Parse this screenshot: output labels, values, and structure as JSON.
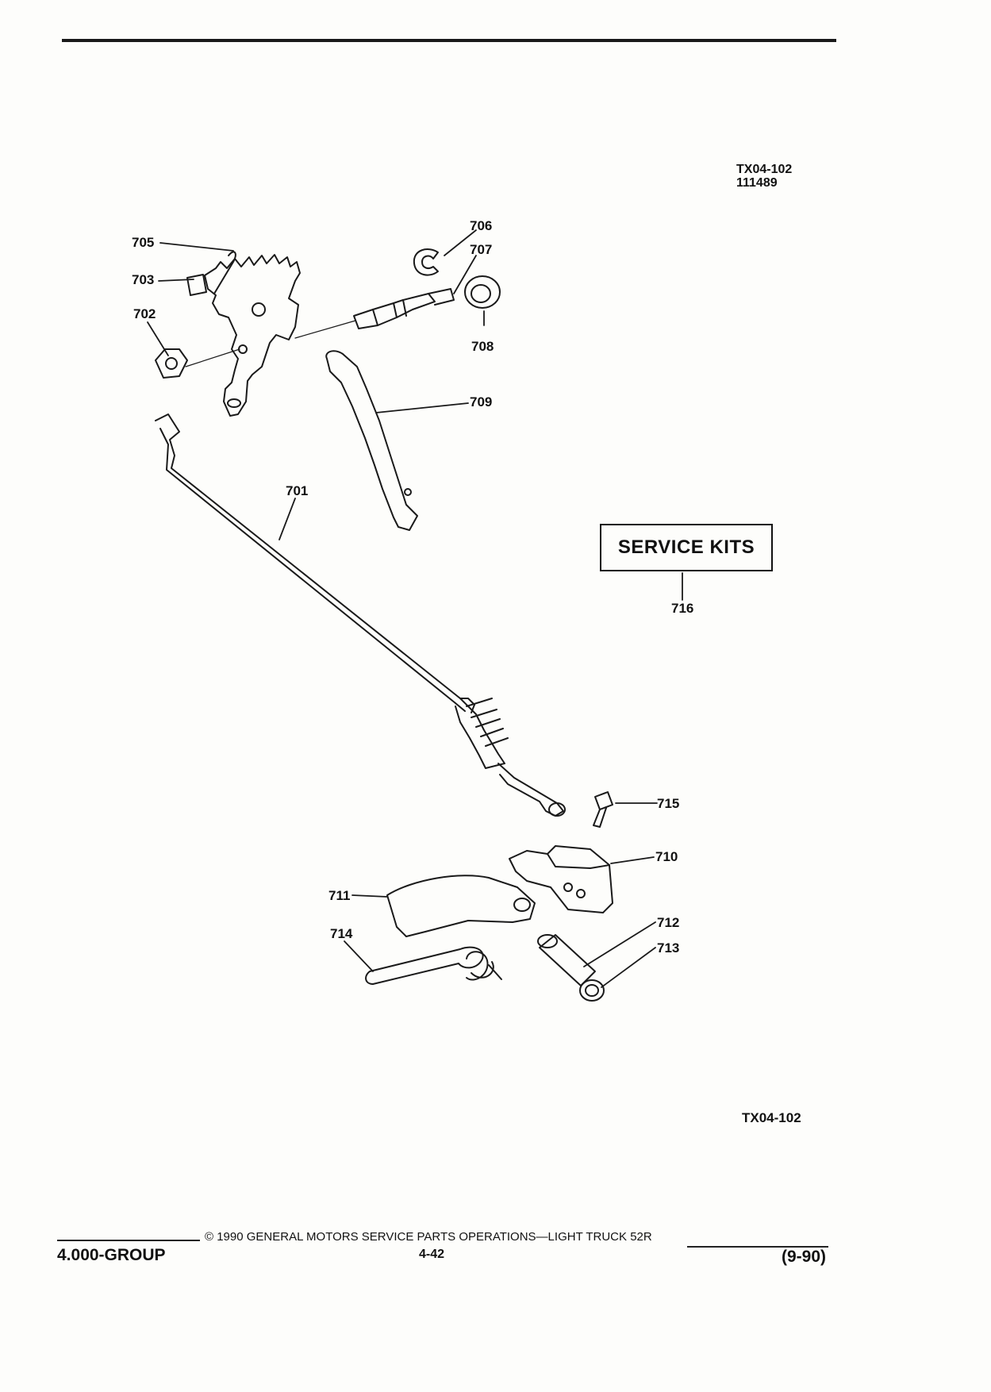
{
  "header": {
    "figure_ref": "TX04-102",
    "figure_date": "111489"
  },
  "callouts": [
    {
      "label": "701"
    },
    {
      "label": "702"
    },
    {
      "label": "703"
    },
    {
      "label": "705"
    },
    {
      "label": "706"
    },
    {
      "label": "707"
    },
    {
      "label": "708"
    },
    {
      "label": "709"
    },
    {
      "label": "710"
    },
    {
      "label": "711"
    },
    {
      "label": "712"
    },
    {
      "label": "713"
    },
    {
      "label": "714"
    },
    {
      "label": "715"
    },
    {
      "label": "716"
    }
  ],
  "service_kits": {
    "label": "SERVICE  KITS"
  },
  "bottom_ref": "TX04-102",
  "footer": {
    "group": "4.000-GROUP",
    "copyright": "© 1990 GENERAL MOTORS SERVICE PARTS OPERATIONS—LIGHT TRUCK 52R",
    "page": "4-42",
    "date": "(9-90)"
  }
}
